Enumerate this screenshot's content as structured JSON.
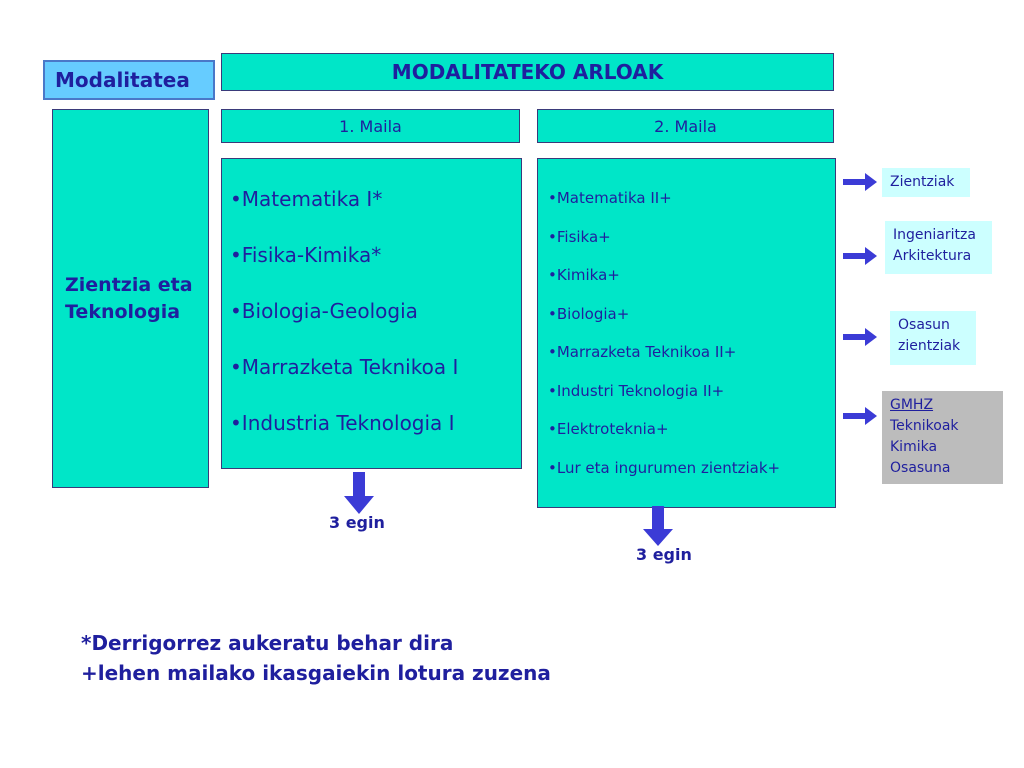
{
  "modality_label": "Modalitatea",
  "areas_header": "MODALITATEKO ARLOAK",
  "level1_header": "1. Maila",
  "level2_header": "2. Maila",
  "modality_name": [
    "Zientzia eta",
    "Teknologia"
  ],
  "level1_subjects": [
    "Matematika I*",
    "Fisika-Kimika*",
    "Biologia-Geologia",
    "Marrazketa Teknikoa I",
    "Industria Teknologia I"
  ],
  "level2_subjects": [
    "Matematika II+",
    "Fisika+",
    "Kimika+",
    "Biologia+",
    "Marrazketa Teknikoa II+",
    "Industri Teknologia II+",
    "Elektroteknia+",
    "Lur eta ingurumen zientziak+"
  ],
  "choose_level1": "3 egin",
  "choose_level2": "3 egin",
  "careers": [
    {
      "lines": [
        "Zientziak"
      ]
    },
    {
      "lines": [
        "Ingeniaritza",
        "Arkitektura"
      ]
    },
    {
      "lines": [
        "Osasun",
        "zientziak"
      ]
    },
    {
      "lines": [
        "GMHZ",
        "Teknikoak",
        "Kimika",
        "Osasuna"
      ]
    }
  ],
  "notes": [
    "*Derrigorrez aukeratu behar dira",
    "+lehen mailako ikasgaiekin lotura zuzena"
  ],
  "colors": {
    "box_fill": "#00e6c8",
    "label_fill": "#66ccff",
    "career_fill": "#ccffff",
    "career_grey": "#bcbcbc",
    "text": "#1f1f9e",
    "arrow": "#3b3bd6"
  }
}
